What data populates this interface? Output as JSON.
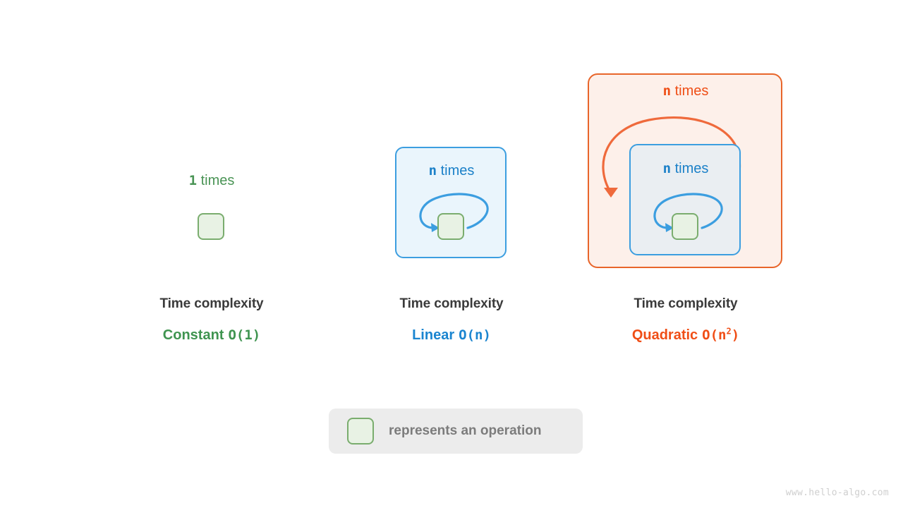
{
  "diagram": {
    "watermark": "www.hello-algo.com",
    "legend": {
      "icon": "green-operation-square",
      "text": "represents an operation"
    },
    "caption_title": "Time complexity",
    "columns": [
      {
        "id": "constant",
        "loop_count": "1",
        "loop_unit": "times",
        "complexity_name": "Constant",
        "complexity_notation": "O(1)",
        "color": "#3f9450",
        "box_border": "#7aad6e",
        "box_fill": "#e8f2e4",
        "nesting_depth": 0
      },
      {
        "id": "linear",
        "loop_count": "n",
        "loop_unit": "times",
        "complexity_name": "Linear",
        "complexity_notation": "O(n)",
        "color": "#1b85d0",
        "box_border": "#3c9ee0",
        "box_fill": "#eaf5fc",
        "nesting_depth": 1
      },
      {
        "id": "quadratic",
        "loop_count": "n",
        "loop_unit": "times",
        "outer_loop_count": "n",
        "outer_loop_unit": "times",
        "complexity_name": "Quadratic",
        "complexity_notation_base": "O(n",
        "complexity_notation_exp": "2",
        "complexity_notation_close": ")",
        "color": "#f04e16",
        "box_border": "#e8652a",
        "box_fill": "#fdf0ea",
        "nesting_depth": 2
      }
    ]
  }
}
